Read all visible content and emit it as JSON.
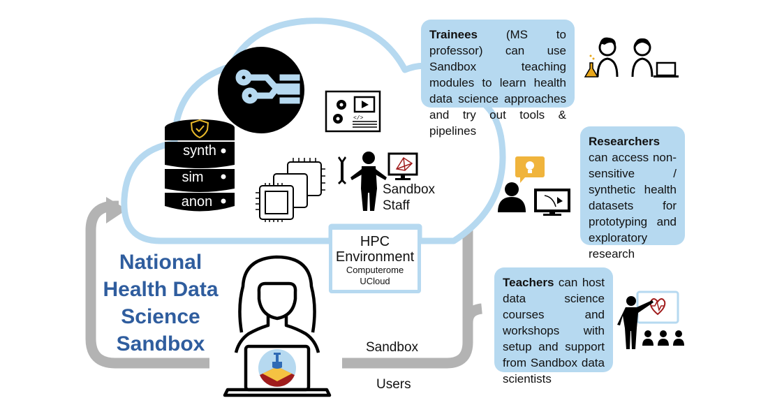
{
  "title": {
    "lines": [
      "National",
      "Health Data",
      "Science",
      "Sandbox"
    ],
    "color": "#2f5d9e"
  },
  "cloud": {
    "outline_color": "#b6d9f0",
    "database": {
      "icon": "database-icon",
      "badge_icon": "shield-check-icon",
      "badge_color": "#e8b92a",
      "layers": [
        "synth",
        "sim",
        "anon"
      ]
    },
    "pipeline_icon": "pipeline-branch-icon",
    "pipeline_color": "#b6d9f0",
    "tutorial_icon": "tutorial-screen-icon",
    "hardware_icon": "cpu-chips-icon",
    "staff": {
      "icon": "staff-person-icon",
      "tool_icon": "wrench-icon",
      "monitor_icon": "network-monitor-icon",
      "label_line1": "Sandbox",
      "label_line2": "Staff"
    },
    "hpc": {
      "line1": "HPC",
      "line2": "Environment",
      "line3": "Computerome",
      "line4": "UCloud"
    }
  },
  "user": {
    "icon": "user-laptop-icon",
    "logo_icon": "sandbox-logo-icon",
    "flow_label_line1": "Sandbox",
    "flow_label_line2": "Users"
  },
  "audiences": [
    {
      "name": "trainees",
      "bold": "Trainees",
      "text": " (MS to professor) can use Sandbox teaching modules to learn health data science approaches and try out tools & pipelines",
      "icon": "scientists-icon"
    },
    {
      "name": "researchers",
      "bold": "Researchers",
      "text": " can access non-sen­sitive / synthetic health datasets for prototyping and exploratory research",
      "icon": "researcher-idea-icon"
    },
    {
      "name": "teachers",
      "bold": "Teachers",
      "text": " can host data science cours­es and workshops with setup and sup­port from Sandbox data scientists",
      "icon": "teacher-presentation-icon"
    }
  ],
  "colors": {
    "flow_arrow": "#b3b3b3",
    "box_fill": "#b6d9f0",
    "accent_orange": "#f0b43c",
    "accent_red": "#a01c1c",
    "logo_blue": "#2f6ab5",
    "logo_yellow": "#f5c242"
  }
}
